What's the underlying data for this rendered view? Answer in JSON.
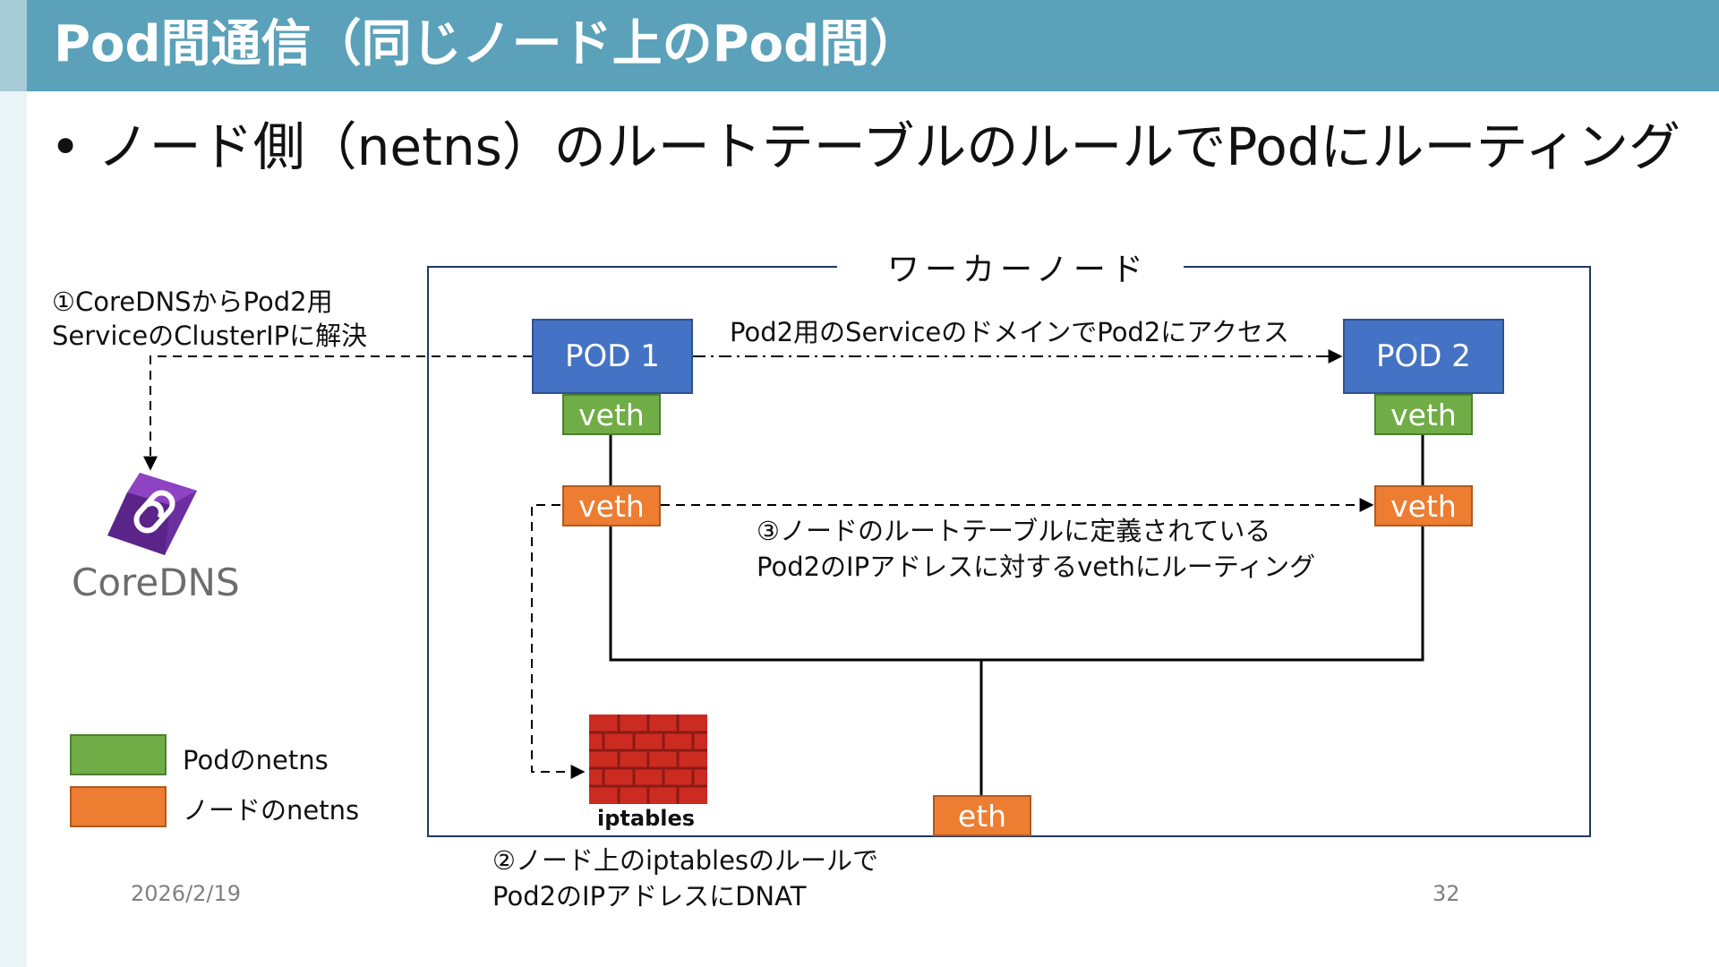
{
  "slide": {
    "title": "Pod間通信（同じノード上のPod間）",
    "bullet": "• ノード側（netns）のルートテーブルのルールでPodにルーティング",
    "date": "2026/2/19",
    "page_number": "32"
  },
  "diagram": {
    "worker_node_label": "ワーカーノード",
    "pod1": {
      "label": "POD 1",
      "veth_pod": "veth",
      "veth_node": "veth"
    },
    "pod2": {
      "label": "POD 2",
      "veth_pod": "veth",
      "veth_node": "veth"
    },
    "eth_label": "eth",
    "iptables_label": "iptables",
    "coredns_label": "CoreDNS",
    "notes": {
      "step1_line1": "①CoreDNSからPod2用",
      "step1_line2": "ServiceのClusterIPに解決",
      "access_label": "Pod2用のServiceのドメインでPod2にアクセス",
      "step3_line1": "③ノードのルートテーブルに定義されている",
      "step3_line2": "Pod2のIPアドレスに対するvethにルーティング",
      "step2_line1": "②ノード上のiptablesのルールで",
      "step2_line2": "Pod2のIPアドレスにDNAT"
    }
  },
  "legend": {
    "items": [
      {
        "label": "Podのnetns",
        "color": "#70ad47"
      },
      {
        "label": "ノードのnetns",
        "color": "#ed7d31"
      }
    ]
  },
  "colors": {
    "title_bar": "#5aa1b9",
    "pod_blue": "#4472c4",
    "pod_netns_green": "#70ad47",
    "node_netns_orange": "#ed7d31",
    "iptables_red": "#cc2b22",
    "coredns_purple": "#6b2fa0"
  }
}
